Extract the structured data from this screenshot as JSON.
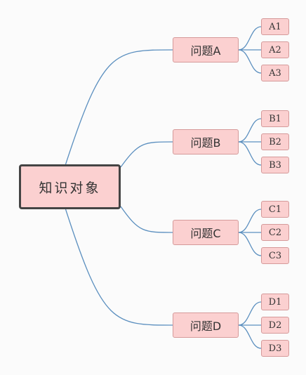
{
  "colors": {
    "background": "#fbfbfb",
    "node_fill": "#fbd0d0",
    "connector": "#5b8fbf"
  },
  "root": {
    "label": "知识对象"
  },
  "branches": [
    {
      "label": "问题A",
      "children": [
        "A1",
        "A2",
        "A3"
      ]
    },
    {
      "label": "问题B",
      "children": [
        "B1",
        "B2",
        "B3"
      ]
    },
    {
      "label": "问题C",
      "children": [
        "C1",
        "C2",
        "C3"
      ]
    },
    {
      "label": "问题D",
      "children": [
        "D1",
        "D2",
        "D3"
      ]
    }
  ]
}
